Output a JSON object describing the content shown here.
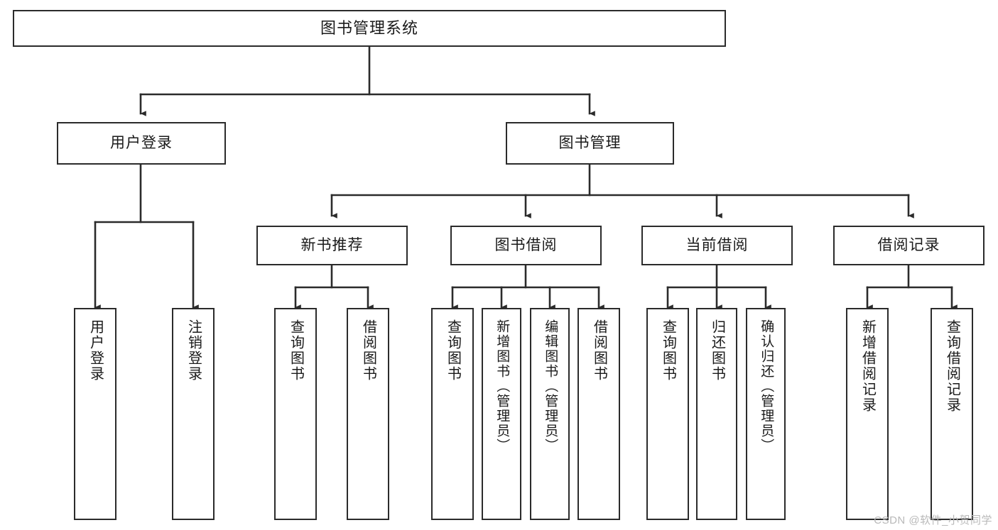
{
  "diagram": {
    "title": "图书管理系统",
    "type": "hierarchy-tree",
    "watermark": "CSDN @软件_小贺同学",
    "colors": {
      "border": "#2b2b2b",
      "background": "#ffffff",
      "text": "#1a1a1a",
      "connector": "#2b2b2b",
      "watermark": "#b9b9b9"
    },
    "root": {
      "label": "图书管理系统"
    },
    "level2": [
      {
        "label": "用户登录"
      },
      {
        "label": "图书管理"
      }
    ],
    "level3": [
      {
        "label": "新书推荐"
      },
      {
        "label": "图书借阅"
      },
      {
        "label": "当前借阅"
      },
      {
        "label": "借阅记录"
      }
    ],
    "leaves": {
      "user_login": [
        {
          "label": "用户登录"
        },
        {
          "label": "注销登录"
        }
      ],
      "new_book_recommend": [
        {
          "label": "查询图书"
        },
        {
          "label": "借阅图书"
        }
      ],
      "book_borrow": [
        {
          "label": "查询图书"
        },
        {
          "label": "新增图书（管理员）"
        },
        {
          "label": "编辑图书（管理员）"
        },
        {
          "label": "借阅图书"
        }
      ],
      "current_borrow": [
        {
          "label": "查询图书"
        },
        {
          "label": "归还图书"
        },
        {
          "label": "确认归还（管理员）"
        }
      ],
      "borrow_record": [
        {
          "label": "新增借阅记录"
        },
        {
          "label": "查询借阅记录"
        }
      ]
    }
  }
}
